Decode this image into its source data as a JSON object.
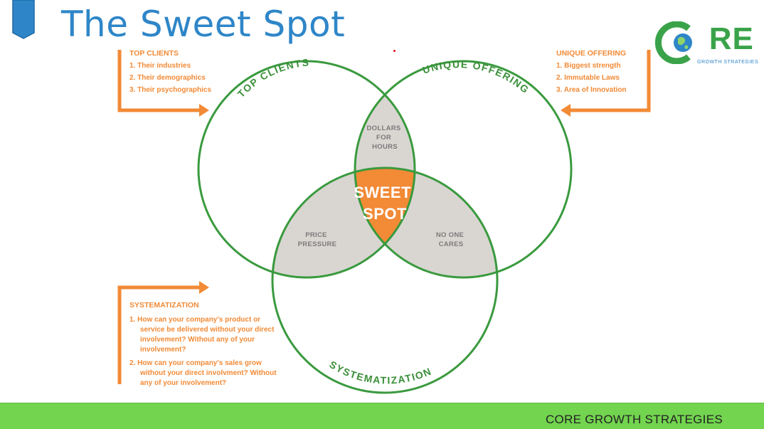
{
  "title": "The Sweet Spot",
  "logo": {
    "word": "C RE",
    "subtitle": "GROWTH STRATEGIES"
  },
  "circles": {
    "top_clients": "TOP CLIENTS",
    "unique_offering": "UNIQUE OFFERING",
    "systematization": "SYSTEMATIZATION"
  },
  "intersections": {
    "dollars_for_hours": [
      "DOLLARS",
      "FOR",
      "HOURS"
    ],
    "price_pressure": [
      "PRICE",
      "PRESSURE"
    ],
    "no_one_cares": [
      "NO ONE",
      "CARES"
    ],
    "sweet_spot": [
      "SWEET",
      "SPOT"
    ]
  },
  "top_clients_list": {
    "heading": "TOP CLIENTS",
    "items": [
      "1.  Their industries",
      "2.  Their demographics",
      "3.  Their psychographics"
    ]
  },
  "unique_offering_list": {
    "heading": "UNIQUE OFFERING",
    "items": [
      "1.  Biggest strength",
      "2.  Immutable Laws",
      "3.  Area of Innovation"
    ]
  },
  "systematization_list": {
    "heading": "SYSTEMATIZATION",
    "items": [
      "1.  How can your company's product or service be delivered without your direct involvement? Without any of your involvement?",
      "2.  How can your company's sales grow without your direct involvment? Without any of your involvement?"
    ]
  },
  "footer": "CORE GROWTH STRATEGIES",
  "colors": {
    "green": "#3a9a3e",
    "orange": "#f28a36",
    "overlap": "#d9d6d2",
    "title_blue": "#2e86c8",
    "footer_green": "#72d44f"
  }
}
